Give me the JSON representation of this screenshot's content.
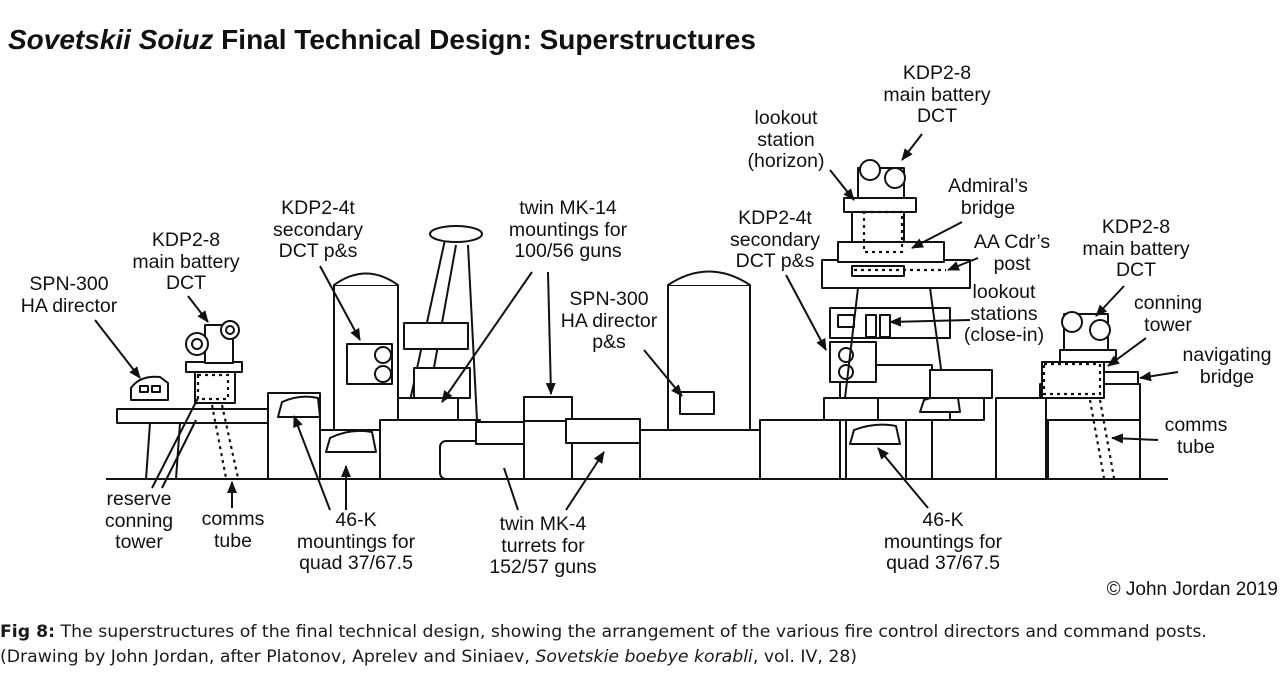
{
  "title": {
    "italic": "Sovetskii Soiuz",
    "rest": " Final Technical Design: Superstructures"
  },
  "labels": {
    "spn300_left": "SPN-300\nHA director",
    "kdp28_left": "KDP2-8\nmain battery\nDCT",
    "kdp24t_left": "KDP2-4t\nsecondary\nDCT p&s",
    "mk14": "twin MK-14\nmountings for\n100/56 guns",
    "spn300_mid": "SPN-300\nHA director\np&s",
    "lookout_horizon": "lookout\nstation\n(horizon)",
    "kdp28_top": "KDP2-8\nmain battery\nDCT",
    "admirals_bridge": "Admiral’s\nbridge",
    "kdp24t_right": "KDP2-4t\nsecondary\nDCT p&s",
    "aa_cdr": "AA Cdr’s\npost",
    "lookout_closein": "lookout\nstations\n(close-in)",
    "kdp28_right": "KDP2-8\nmain battery\nDCT",
    "conning_tower": "conning\ntower",
    "navigating_bridge": "navigating\nbridge",
    "comms_tube_right": "comms\ntube",
    "reserve_conning": "reserve\nconning\ntower",
    "comms_tube_left": "comms\ntube",
    "k46_left": "46-K\nmountings for\nquad 37/67.5",
    "mk4": "twin MK-4\nturrets for\n152/57 guns",
    "k46_right": "46-K\nmountings for\nquad 37/67.5"
  },
  "copyright": "© John Jordan 2019",
  "caption": {
    "fig": "Fig 8:",
    "text1": " The superstructures of the final technical design, showing the arrangement of the various fire control directors and command posts. (Drawing by John Jordan, after Platonov, Aprelev and Siniaev, ",
    "book": "Sovetskie boebye korabli",
    "text2": ", vol. IV, 28)"
  }
}
